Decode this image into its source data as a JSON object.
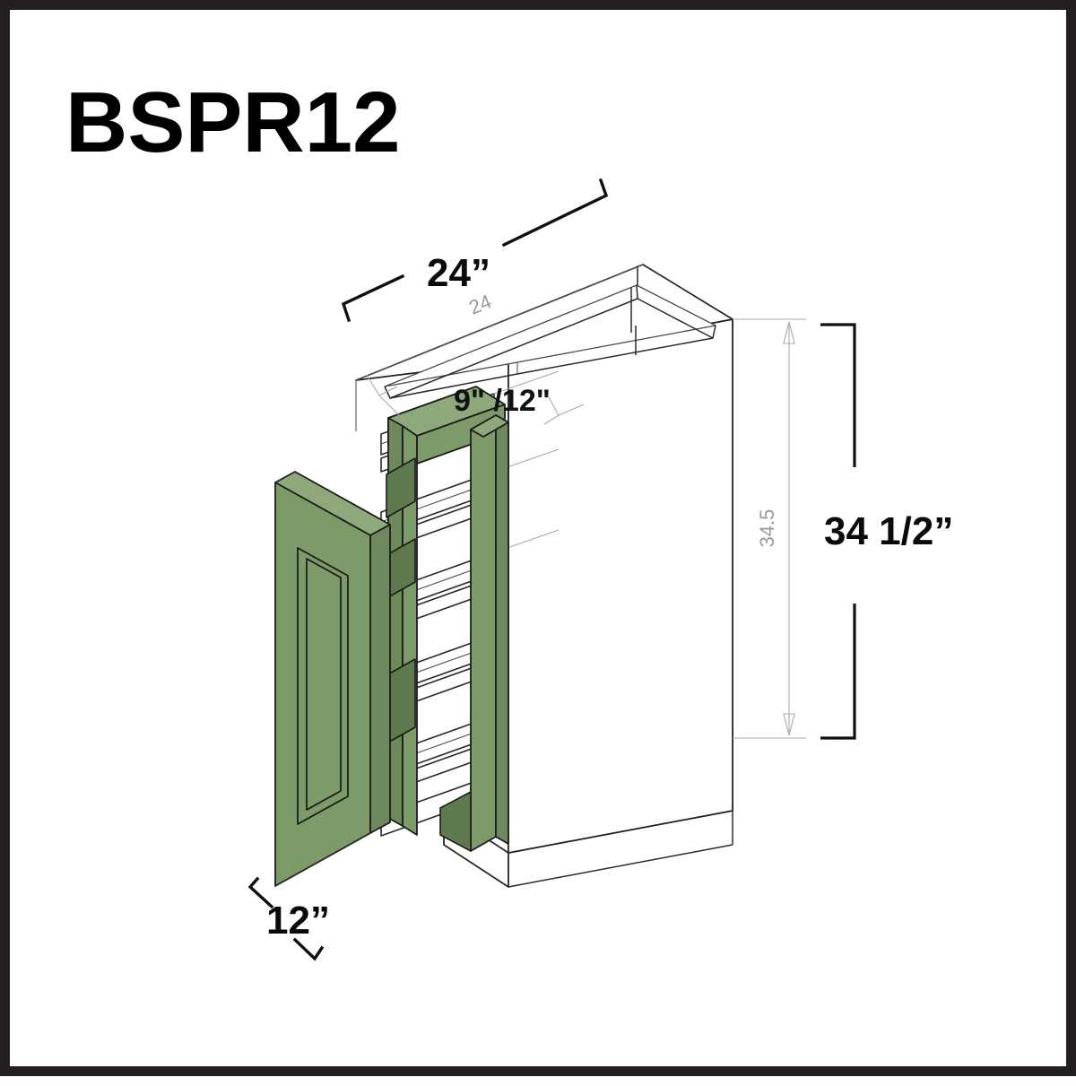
{
  "sheet": {
    "border_color": "#231f20",
    "background": "#ffffff"
  },
  "title": {
    "label": "BSPR12"
  },
  "product": {
    "type": "Base Cabinet Pull-Out Spice Rack",
    "door_color_hex": "#7d9a69",
    "body_color_hex": "#ffffff"
  },
  "dimensions": {
    "depth": {
      "label": "24”",
      "cad_label": "24",
      "position": "top-left-diagonal"
    },
    "pullout_width": {
      "label": "9\" /12\"",
      "position": "top-center-diagonal"
    },
    "height": {
      "label": "34 1/2”",
      "cad_label": "34.5",
      "position": "right-vertical"
    },
    "width": {
      "label": "12”",
      "position": "bottom-left-diagonal"
    }
  }
}
